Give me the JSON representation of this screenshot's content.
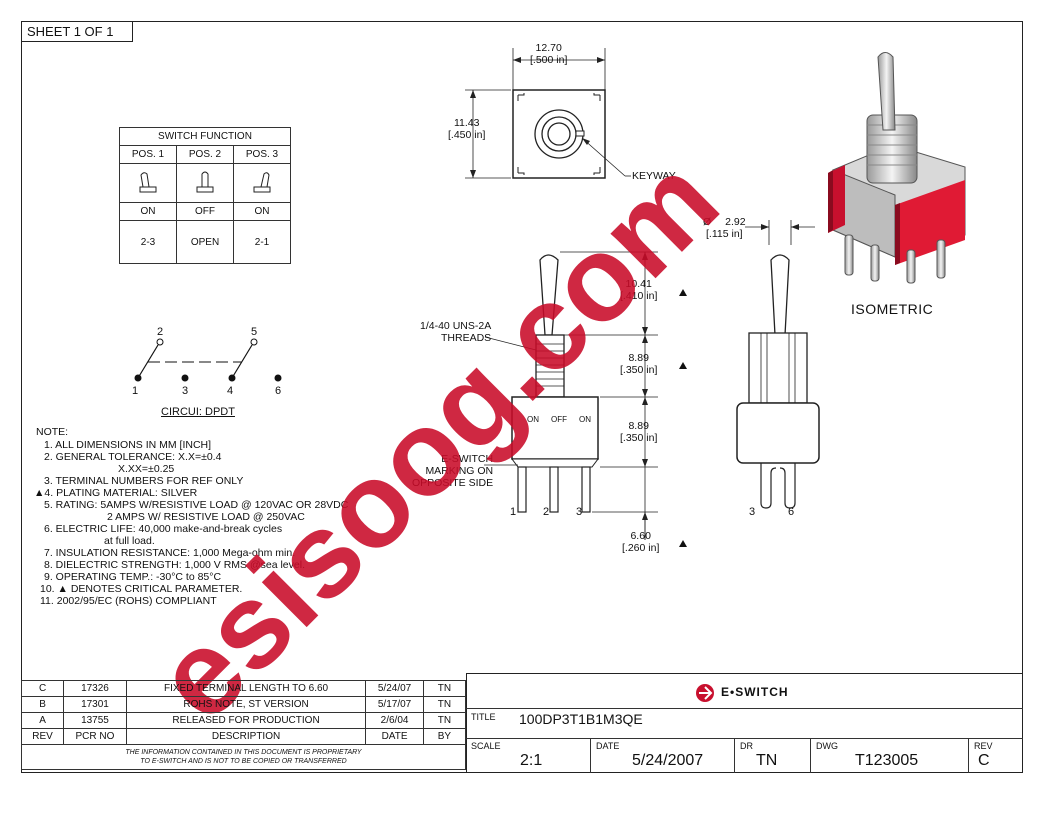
{
  "sheet": "SHEET 1 OF 1",
  "switch_function": {
    "title": "SWITCH FUNCTION",
    "positions": [
      "POS. 1",
      "POS. 2",
      "POS. 3"
    ],
    "states": [
      "ON",
      "OFF",
      "ON"
    ],
    "connections": [
      "2-3",
      "OPEN",
      "2-1"
    ]
  },
  "circuit": {
    "label": "CIRCUI: DPDT",
    "terminals": [
      "1",
      "2",
      "3",
      "4",
      "5",
      "6"
    ]
  },
  "notes": {
    "title": "NOTE:",
    "lines": [
      "1. ALL DIMENSIONS IN MM [INCH]",
      "2. GENERAL TOLERANCE: X.X=±0.4",
      "X.XX=±0.25",
      "3. TERMINAL NUMBERS FOR REF ONLY",
      "▲4. PLATING MATERIAL: SILVER",
      "5. RATING: 5AMPS W/RESISTIVE LOAD @ 120VAC OR 28VDC",
      "2 AMPS W/ RESISTIVE LOAD @ 250VAC",
      "6. ELECTRIC LIFE: 40,000 make-and-break cycles",
      "at full load.",
      "7. INSULATION RESISTANCE: 1,000 Mega-ohm min.",
      "8. DIELECTRIC STRENGTH: 1,000 V RMS @sea level.",
      "9. OPERATING TEMP.: -30°C to 85°C",
      "10. ▲ DENOTES CRITICAL PARAMETER.",
      "11. 2002/95/EC (ROHS) COMPLIANT"
    ]
  },
  "dims": {
    "width_mm": "12.70",
    "width_in": "[.500 in]",
    "height_mm": "11.43",
    "height_in": "[.450 in]",
    "keyway": "KEYWAY",
    "dia_mm": "2.92",
    "dia_in": "[.115 in]",
    "lever_mm": "10.41",
    "lever_in": "[.410 in]",
    "bushing_mm": "8.89",
    "bushing_in": "[.350 in]",
    "body_mm": "8.89",
    "body_in": "[.350 in]",
    "term_mm": "6.60",
    "term_in": "[.260 in]",
    "threads_1": "1/4-40 UNS-2A",
    "threads_2": "THREADS",
    "marking_1": "E-SWITCH",
    "marking_2": "MARKING ON",
    "marking_3": "OPPOSITE SIDE",
    "body_on1": "ON",
    "body_off": "OFF",
    "body_on2": "ON",
    "pins_front": [
      "1",
      "2",
      "3"
    ],
    "pins_side": [
      "3",
      "6"
    ],
    "isometric": "ISOMETRIC",
    "phi": "Ø"
  },
  "revisions": {
    "rows": [
      {
        "rev": "C",
        "pcr": "17326",
        "desc": "FIXED TERMINAL LENGTH TO 6.60",
        "date": "5/24/07",
        "by": "TN"
      },
      {
        "rev": "B",
        "pcr": "17301",
        "desc": "ROHS NOTE, ST VERSION",
        "date": "5/17/07",
        "by": "TN"
      },
      {
        "rev": "A",
        "pcr": "13755",
        "desc": "RELEASED FOR PRODUCTION",
        "date": "2/6/04",
        "by": "TN"
      }
    ],
    "headers": {
      "rev": "REV",
      "pcr": "PCR NO",
      "desc": "DESCRIPTION",
      "date": "DATE",
      "by": "BY"
    },
    "proprietary_1": "THE INFORMATION CONTAINED IN THIS DOCUMENT IS PROPRIETARY",
    "proprietary_2": "TO E-SWITCH AND IS NOT TO BE COPIED OR TRANSFERRED"
  },
  "title_block": {
    "brand": "E•SWITCH",
    "title_label": "TITLE",
    "title": "100DP3T1B1M3QE",
    "scale_label": "SCALE",
    "scale": "2:1",
    "date_label": "DATE",
    "date": "5/24/2007",
    "dr_label": "DR",
    "dr": "TN",
    "dwg_label": "DWG",
    "dwg": "T123005",
    "rev_label": "REV",
    "rev": "C"
  },
  "watermark": "esisoog.com",
  "colors": {
    "accent": "#c8102e",
    "line": "#222222"
  }
}
